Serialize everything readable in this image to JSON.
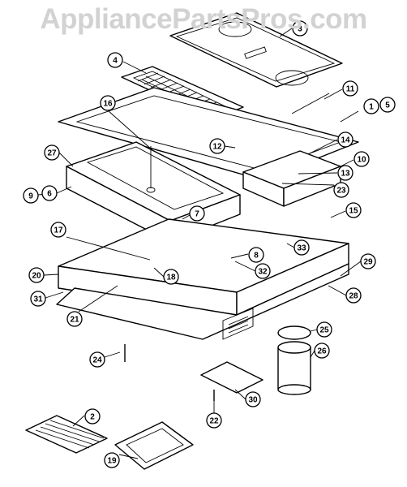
{
  "watermark": "AppliancePartsPros.com",
  "callouts": [
    {
      "label": "1"
    },
    {
      "label": "2"
    },
    {
      "label": "3"
    },
    {
      "label": "4"
    },
    {
      "label": "5"
    },
    {
      "label": "6"
    },
    {
      "label": "7"
    },
    {
      "label": "8"
    },
    {
      "label": "9"
    },
    {
      "label": "10"
    },
    {
      "label": "11"
    },
    {
      "label": "12"
    },
    {
      "label": "13"
    },
    {
      "label": "14"
    },
    {
      "label": "15"
    },
    {
      "label": "16"
    },
    {
      "label": "17"
    },
    {
      "label": "18"
    },
    {
      "label": "19"
    },
    {
      "label": "20"
    },
    {
      "label": "21"
    },
    {
      "label": "22"
    },
    {
      "label": "23"
    },
    {
      "label": "24"
    },
    {
      "label": "25"
    },
    {
      "label": "26"
    },
    {
      "label": "27"
    },
    {
      "label": "28"
    },
    {
      "label": "29"
    },
    {
      "label": "30"
    },
    {
      "label": "31"
    },
    {
      "label": "32"
    },
    {
      "label": "33"
    }
  ]
}
